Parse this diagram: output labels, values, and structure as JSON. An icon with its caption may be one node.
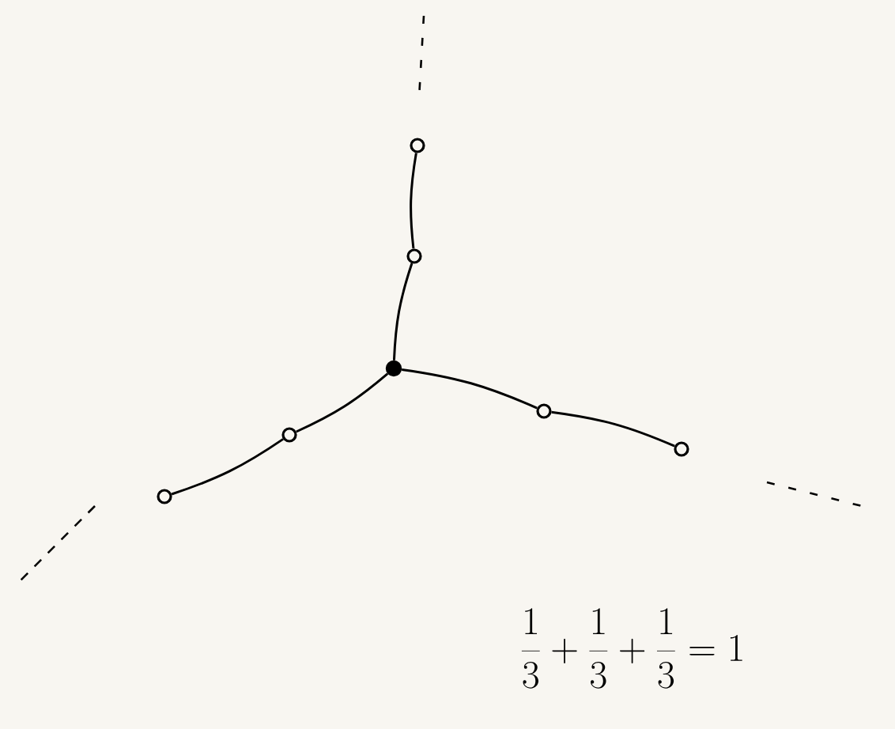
{
  "diagram": {
    "nodes": [
      {
        "text": [],
        "shape": "dot"
      },
      {
        "text": [],
        "shape": "circle"
      },
      {
        "text": [],
        "shape": "circle"
      },
      {
        "text": [],
        "shape": "circle"
      },
      {
        "text": [],
        "shape": "circle"
      },
      {
        "text": [],
        "shape": "circle"
      },
      {
        "text": [],
        "shape": "circle"
      }
    ],
    "edges": [
      {
        "from": 0,
        "to": 1,
        "arrow": "none"
      },
      {
        "from": 1,
        "to": 2,
        "arrow": "none"
      },
      {
        "from": 0,
        "to": 3,
        "arrow": "none"
      },
      {
        "from": 3,
        "to": 4,
        "arrow": "none"
      },
      {
        "from": 0,
        "to": 5,
        "arrow": "none"
      },
      {
        "from": 5,
        "to": 6,
        "arrow": "none"
      }
    ],
    "labels": [
      "\\frac{1}{3}+\\frac{1}{3}+\\frac{1}{3}=1"
    ]
  }
}
